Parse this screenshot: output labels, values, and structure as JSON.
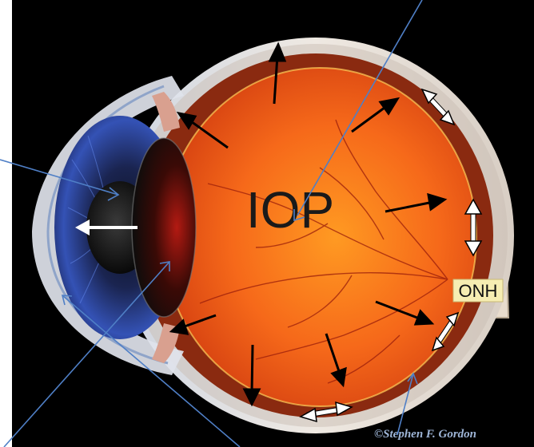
{
  "labels": {
    "pressure": "IOP",
    "optic_nerve_head": "ONH",
    "credit": "©Stephen F. Gordon"
  },
  "colors": {
    "background": "#000000",
    "page": "#ffffff",
    "sclera": "#e9e3dd",
    "retina_inner": "#ff8a1a",
    "retina_outer": "#e84410",
    "iris": "#2b3f93",
    "lens": "#151515",
    "pointer_lines": "#4f7fc6",
    "pressure_arrows": "#000000",
    "onh_label_bg": "#f6edb2"
  }
}
